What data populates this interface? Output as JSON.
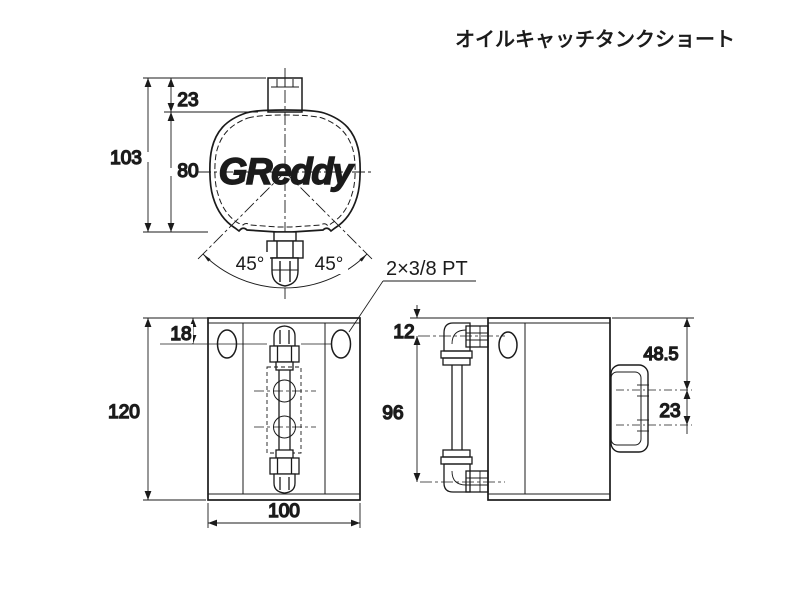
{
  "title": "オイルキャッチタンクショート",
  "logo_text": "GReddy",
  "labels": {
    "port_spec": "2×3/8 PT"
  },
  "top_view": {
    "dims": {
      "neck_height": "23",
      "total_height": "103",
      "body_depth": "80",
      "angle_left": "45°",
      "angle_right": "45°"
    }
  },
  "front_view": {
    "dims": {
      "port_center_offset": "18",
      "body_height": "120",
      "body_width": "100"
    }
  },
  "side_view": {
    "dims": {
      "gauge_top_offset": "12",
      "gauge_length": "96",
      "bracket_top_offset": "48.5",
      "bracket_slot_pitch": "23"
    }
  }
}
